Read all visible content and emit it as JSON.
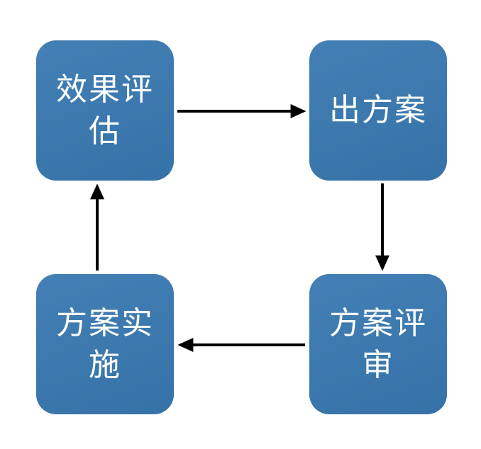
{
  "diagram": {
    "title": "plan-cycle-flowchart",
    "nodes": [
      {
        "id": "effect-evaluation",
        "label": "效果评估",
        "position": "top-left"
      },
      {
        "id": "produce-plan",
        "label": "出方案",
        "position": "top-right"
      },
      {
        "id": "plan-review",
        "label": "方案评审",
        "position": "bottom-right"
      },
      {
        "id": "plan-implementation",
        "label": "方案实施",
        "position": "bottom-left"
      }
    ],
    "edges": [
      {
        "from": "效果评估",
        "to": "出方案",
        "direction": "right"
      },
      {
        "from": "出方案",
        "to": "方案评审",
        "direction": "down"
      },
      {
        "from": "方案评审",
        "to": "方案实施",
        "direction": "left"
      },
      {
        "from": "方案实施",
        "to": "效果评估",
        "direction": "up"
      }
    ],
    "colors": {
      "node_fill": "#3878B0",
      "node_text": "#FFFFFF",
      "arrow": "#000000",
      "background": "#FFFFFF"
    }
  }
}
